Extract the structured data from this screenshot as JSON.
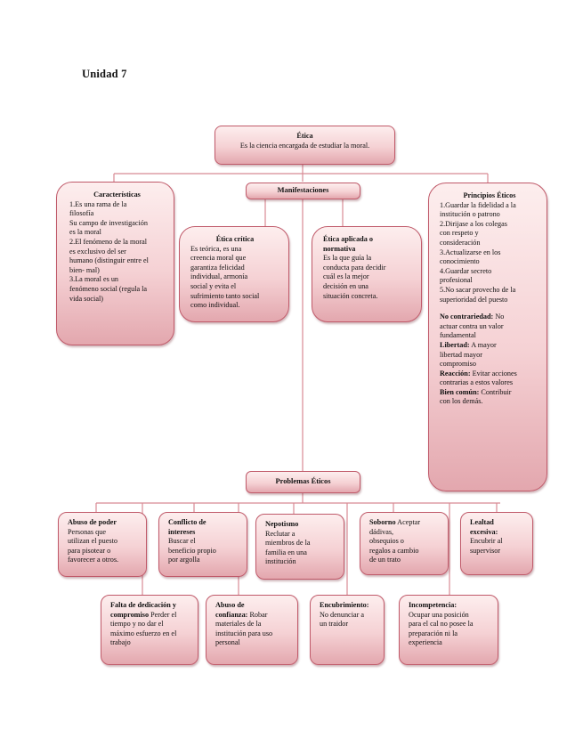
{
  "unit_title": "Unidad  7",
  "root": {
    "title": "Ética",
    "text": "Es la ciencia encargada de estudiar la moral."
  },
  "caracteristicas": {
    "title": "Características",
    "lines": [
      "1.Es una rama de la",
      "filosofía",
      "Su campo de investigación",
      "es la moral",
      "2.El fenómeno de la moral",
      "es exclusivo del ser",
      "humano (distinguir entre el",
      "bien- mal)",
      "3.La moral es un",
      "fenómeno social (regula la",
      "vida social)"
    ]
  },
  "manifestaciones": {
    "title": "Manifestaciones",
    "etica_critica": {
      "title": "Ética crítica",
      "lines": [
        "Es teórica, es una",
        "creencia moral que",
        "garantiza felicidad",
        "individual, armonía",
        "social y evita el",
        "sufrimiento tanto social",
        "como individual."
      ]
    },
    "etica_aplicada": {
      "title": "Ética aplicada o",
      "title2": "normativa",
      "lines": [
        "Es la que guía la",
        "conducta para decidir",
        "cuál es la mejor",
        "decisión en una",
        "situación concreta."
      ]
    }
  },
  "principios": {
    "title": "Principios Éticos",
    "lines": [
      "1.Guardar la fidelidad a la",
      "institución o patrono",
      "2.Dirijase a los colegas",
      "con respeto y",
      "consideración",
      "3.Actualizarse en los",
      "conocimiento",
      "4.Guardar secreto",
      "profesional",
      "5.No sacar provecho de la",
      "superioridad del puesto"
    ],
    "terms": [
      {
        "term": "No contrariedad:",
        "lines": [
          " No",
          "actuar contra un valor",
          "fundamental"
        ]
      },
      {
        "term": "Libertad:",
        "lines": [
          " A mayor",
          "libertad mayor",
          "compromiso"
        ]
      },
      {
        "term": "Reacción:",
        "lines": [
          " Evitar acciones",
          "contrarias a estos valores"
        ]
      },
      {
        "term": "Bien común:",
        "lines": [
          " Contribuir",
          "con los demás."
        ]
      }
    ]
  },
  "problemas": {
    "title": "Problemas Éticos",
    "row1": [
      {
        "title": "Abuso de poder",
        "text_lines": [
          "Personas que",
          "utilizan el puesto",
          "para pisotear o",
          "favorecer a otros."
        ]
      },
      {
        "title": "Conflicto de",
        "title2": "intereses",
        "text_lines": [
          "Buscar el",
          "beneficio propio",
          "por argolla"
        ]
      },
      {
        "title": "Nepotismo",
        "text_lines": [
          "Reclutar a",
          "miembros de la",
          "familia en una",
          "institución"
        ]
      },
      {
        "title": "Soborno",
        "inline": " Aceptar",
        "text_lines": [
          "dádivas,",
          "obsequios o",
          "regalos a cambio",
          "de un trato"
        ]
      },
      {
        "title": "Lealtad",
        "title2": "excesiva:",
        "text_lines": [
          "Encubrir al",
          "supervisor"
        ]
      }
    ],
    "row2": [
      {
        "title": "Falta de dedicación y",
        "title2": "compromiso",
        "inline": " Perder el",
        "text_lines": [
          "tiempo y no dar el",
          "máximo esfuerzo en el",
          "trabajo"
        ]
      },
      {
        "title": "Abuso de",
        "title2": "confianza:",
        "inline": " Robar",
        "text_lines": [
          "materiales de la",
          "institución para uso",
          "personal"
        ]
      },
      {
        "title": "Encubrimiento:",
        "text_lines": [
          "No denunciar a",
          "un traidor"
        ]
      },
      {
        "title": "Incompetencia:",
        "text_lines": [
          "Ocupar una posición",
          "para el cal no posee la",
          "preparación ni la",
          "experiencia"
        ]
      }
    ]
  },
  "colors": {
    "border": "#c05a6a",
    "fill_top": "#fdeeee",
    "fill_bottom": "#e3a7ae",
    "connector": "#d88a94"
  }
}
